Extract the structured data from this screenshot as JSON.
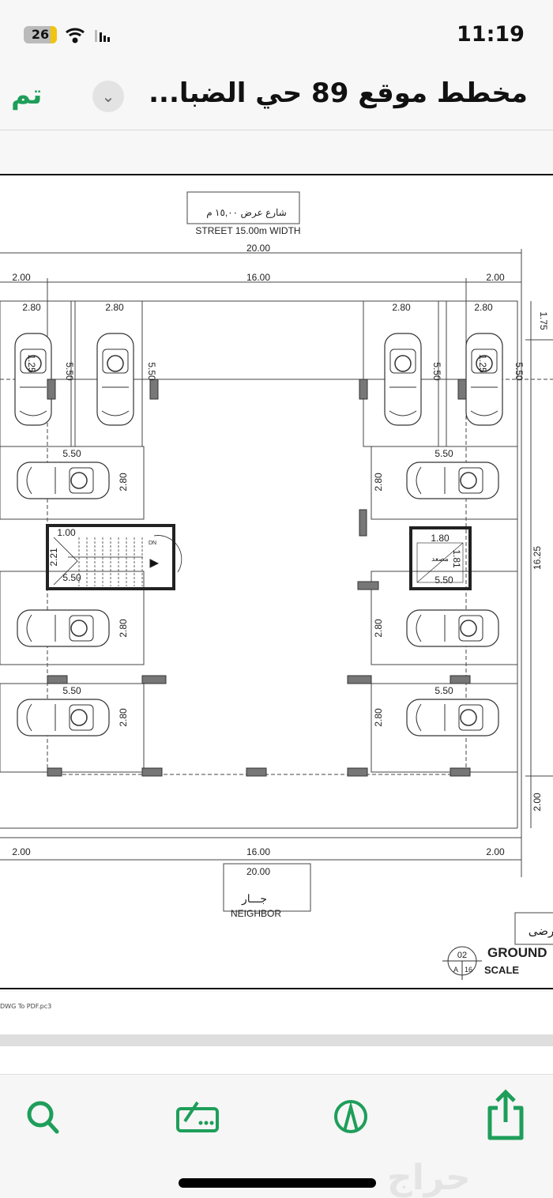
{
  "status_bar": {
    "time": "11:19",
    "battery": "26"
  },
  "nav": {
    "title": "مخطط موقع 89 حي الضبا...",
    "done": "تم"
  },
  "plan": {
    "street_ar": "شارع عرض ١٥,٠٠ م",
    "street_en": "STREET 15.00m WIDTH",
    "total_width": "20.00",
    "inner_width": "16.00",
    "setback": "2.00",
    "slot_width": "2.80",
    "slot_length": "5.50",
    "top_setback": "1.75",
    "depth": "16.25",
    "small": "1.25",
    "stair_w": "1.00",
    "stair_l": "2.21",
    "dn": "DN",
    "elev_w": "1.80",
    "elev_l": "1.81",
    "elev_label": "مصعد",
    "neighbor_ar": "جـــار",
    "neighbor_en": "NEIGHBOR",
    "title_ar": "رضى",
    "title_en": "GROUND",
    "scale": "SCALE",
    "ref_top": "02",
    "ref_a": "A",
    "ref_b": "16"
  },
  "footer": {
    "plotter": "DWG To PDF.pc3"
  },
  "toolbar": {
    "items": [
      {
        "icon": "search-icon"
      },
      {
        "icon": "markup-icon"
      },
      {
        "icon": "annotate-icon"
      },
      {
        "icon": "share-icon"
      }
    ]
  },
  "watermark": "حراج",
  "colors": {
    "accent": "#1e9e5a"
  }
}
